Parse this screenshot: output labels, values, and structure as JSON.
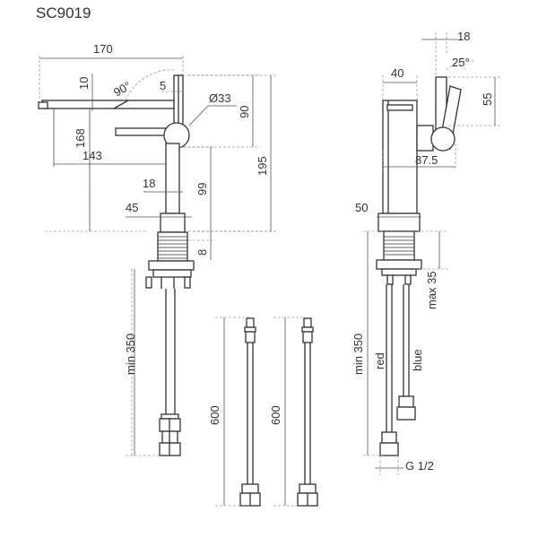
{
  "title": "SC9019",
  "dimensions": {
    "overall_width": "170",
    "spout_thickness": "10",
    "spout_angle": "90°",
    "handle_offset": "5",
    "handle_diameter": "Ø33",
    "handle_height": "90",
    "spout_height": "168",
    "spout_reach": "143",
    "body_diameter": "18",
    "base_to_handle": "99",
    "total_height": "195",
    "base_diameter": "45",
    "base_thickness": "8",
    "min_length_front": "min 350",
    "hose_length_1": "600",
    "hose_length_2": "600",
    "lever_width": "18",
    "lever_angle": "25°",
    "body_width": "40",
    "lever_height": "55",
    "side_reach": "87.5",
    "side_base": "50",
    "min_length_side": "min 350",
    "max_thickness": "max 35",
    "hose_red": "red",
    "hose_blue": "blue",
    "thread": "G 1/2"
  }
}
